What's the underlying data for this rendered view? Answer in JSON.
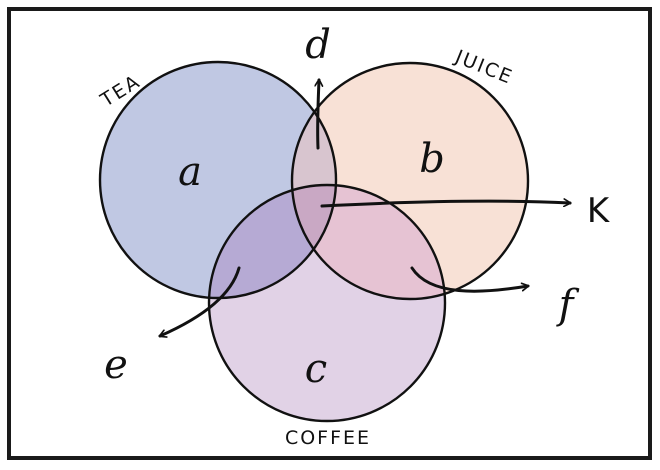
{
  "sets": {
    "tea": {
      "label": "TEA",
      "color": "#c0c8e3"
    },
    "juice": {
      "label": "JUICE",
      "color": "#f8e1d6"
    },
    "coffee": {
      "label": "COFFEE",
      "color": "#e1d2e6"
    }
  },
  "overlap_colors": {
    "tea_juice": "#d8c5cf",
    "tea_coffee": "#b6aad4",
    "juice_coffee": "#e6c3d3",
    "all_three": "#c9a8c4"
  },
  "frame_color": "#1a1a1a",
  "regions": {
    "a": "a",
    "b": "b",
    "c": "c",
    "d": "d",
    "e": "e",
    "f": "f",
    "k": "K"
  }
}
